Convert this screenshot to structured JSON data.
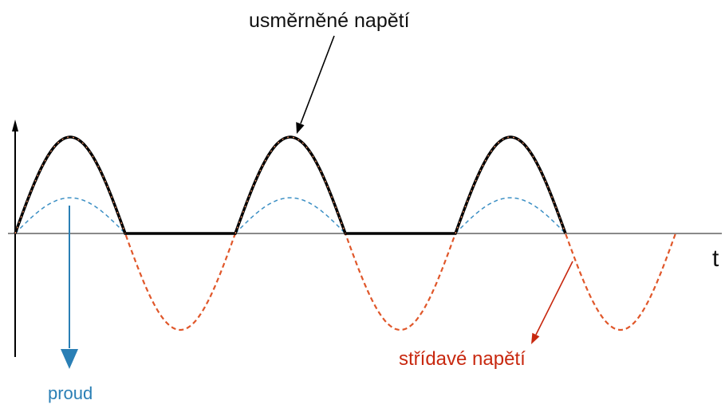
{
  "labels": {
    "rectified_voltage": "usměrněné napětí",
    "alternating_voltage": "střídavé napětí",
    "current": "proud",
    "time_axis": "t"
  },
  "colors": {
    "rectified_voltage": "#111111",
    "alternating_voltage": "#e0572a",
    "current": "#3b8fc4",
    "alternating_label": "#c8280f",
    "current_label": "#2a7fb5",
    "axis": "#8a8a8a"
  },
  "waveforms": {
    "alternating_voltage": {
      "style": "dashed",
      "cycles": 3,
      "relative_amplitude": 1.0
    },
    "current": {
      "style": "dashed",
      "cycles": 3,
      "relative_amplitude": 0.37,
      "shown": "positive half-waves only"
    },
    "rectified_voltage": {
      "style": "solid-with-dots",
      "shown": "positive half-waves, zero otherwise"
    }
  }
}
